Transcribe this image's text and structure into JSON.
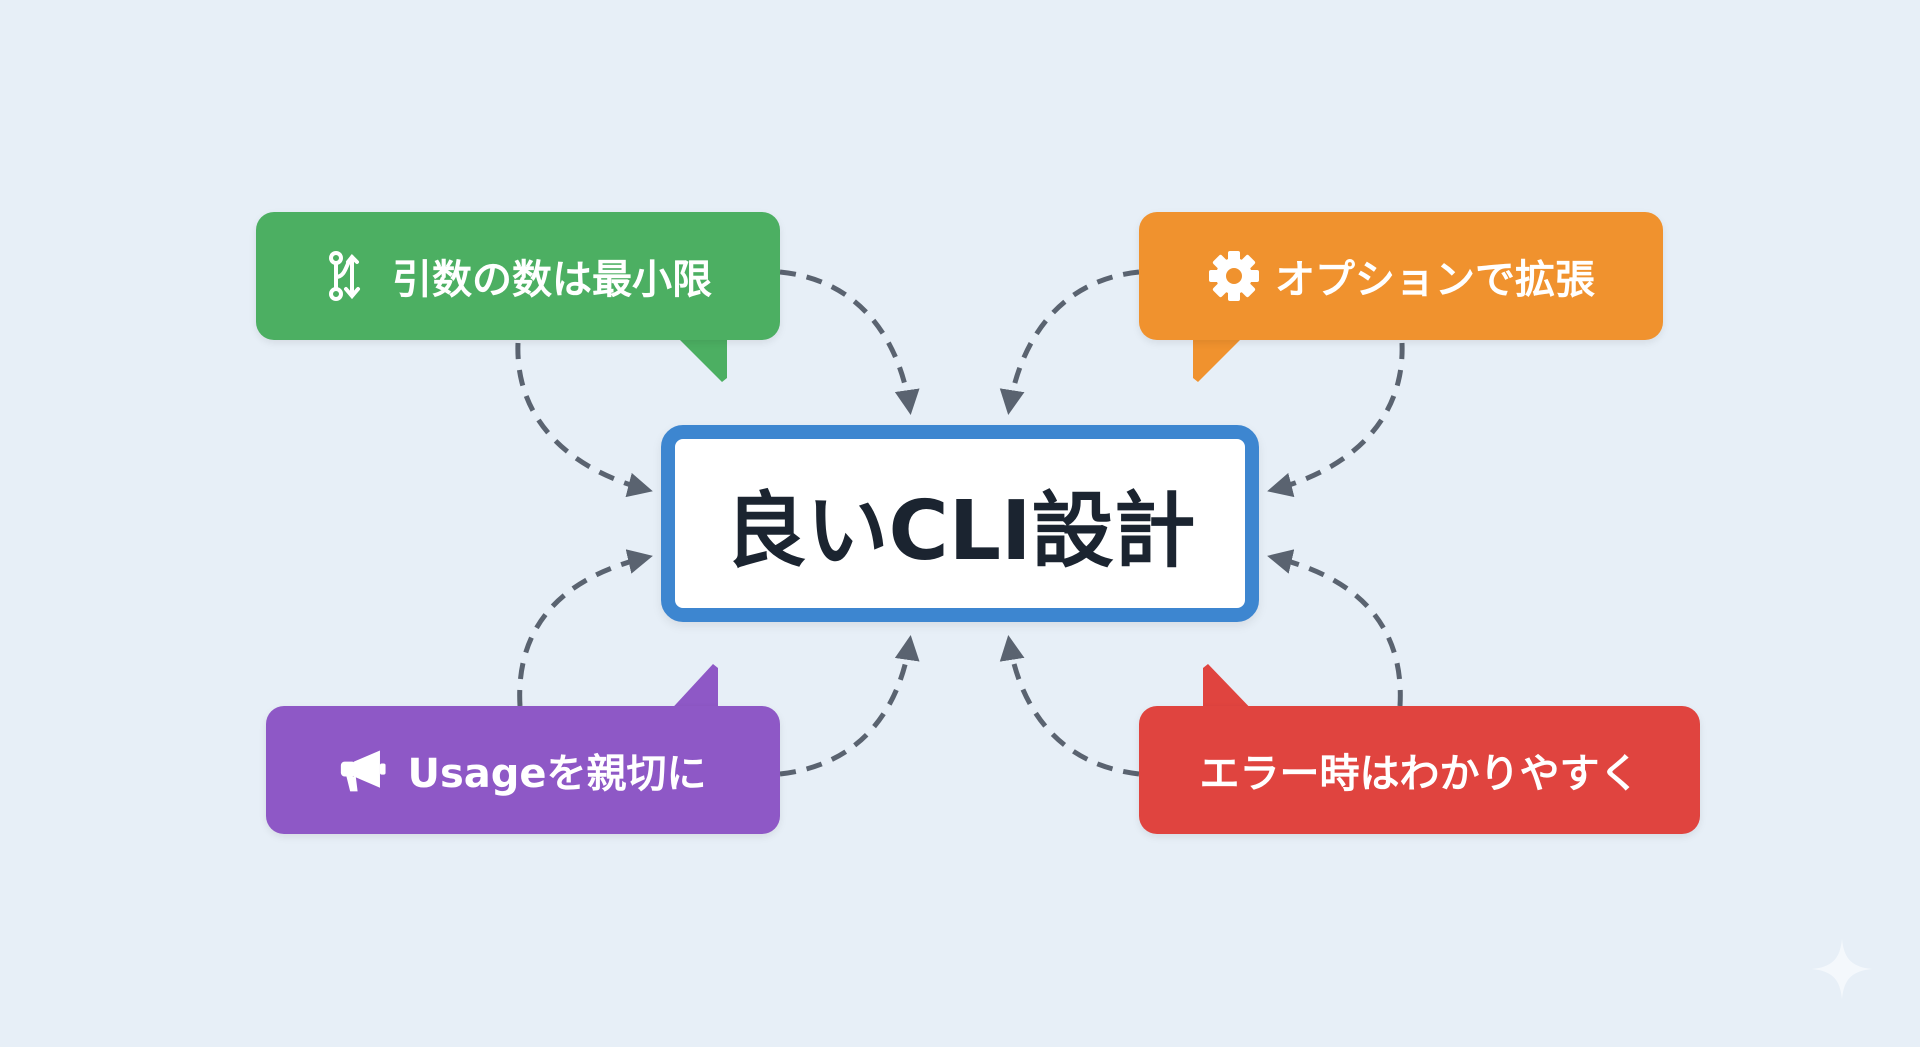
{
  "center": {
    "title": "良いCLI設計"
  },
  "bubbles": [
    {
      "label": "引数の数は最小限",
      "icon": "git-branch-icon",
      "color": "#4caf62"
    },
    {
      "label": "オプションで拡張",
      "icon": "gear-icon",
      "color": "#f0922e"
    },
    {
      "label": "Usageを親切に",
      "icon": "megaphone-icon",
      "color": "#8e58c6"
    },
    {
      "label": "エラー時はわかりやすく",
      "icon": "",
      "color": "#e0443f"
    }
  ],
  "colors": {
    "background": "#e7eff7",
    "center_border": "#3d86d0",
    "arrow": "#5a6370"
  }
}
